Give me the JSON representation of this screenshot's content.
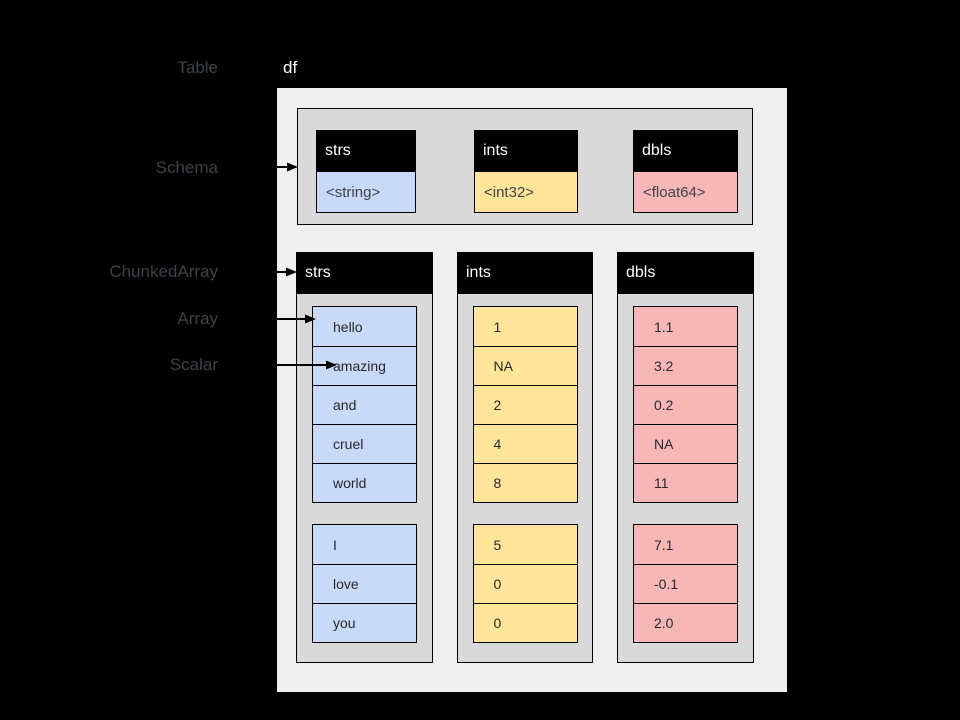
{
  "side_labels": {
    "table": "Table",
    "schema": "Schema",
    "chunked_array": "ChunkedArray",
    "array": "Array",
    "scalar": "Scalar"
  },
  "table": {
    "name": "df",
    "schema_fields": [
      {
        "name": "strs",
        "type": "<string>",
        "color_key": "strs"
      },
      {
        "name": "ints",
        "type": "<int32>",
        "color_key": "ints"
      },
      {
        "name": "dbls",
        "type": "<float64>",
        "color_key": "dbls"
      }
    ],
    "columns": [
      {
        "name": "strs",
        "color_key": "strs",
        "chunks": [
          [
            "hello",
            "amazing",
            "and",
            "cruel",
            "world"
          ],
          [
            "I",
            "love",
            "you"
          ]
        ]
      },
      {
        "name": "ints",
        "color_key": "ints",
        "chunks": [
          [
            "1",
            "NA",
            "2",
            "4",
            "8"
          ],
          [
            "5",
            "0",
            "0"
          ]
        ]
      },
      {
        "name": "dbls",
        "color_key": "dbls",
        "chunks": [
          [
            "1.1",
            "3.2",
            "0.2",
            "NA",
            "11"
          ],
          [
            "7.1",
            "-0.1",
            "2.0"
          ]
        ]
      }
    ]
  },
  "colors": {
    "background": "#000000",
    "table_box": "#efefef",
    "container_gray": "#d9d9d9",
    "header_bg": "#000000",
    "header_text": "#ffffff",
    "label_text": "#3d4249",
    "cell_text": "#26282b",
    "strs": "#c9daf8",
    "ints": "#ffe599",
    "dbls": "#f7b7b7"
  }
}
